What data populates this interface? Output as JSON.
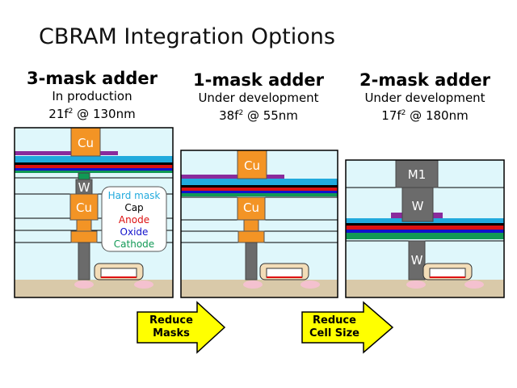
{
  "title": "CBRAM Integration Options",
  "options": [
    {
      "name": "3-mask adder",
      "status": "In production",
      "area_num": "21f",
      "area_sup": "2",
      "area_rest": " @ 130nm"
    },
    {
      "name": "1-mask adder",
      "status": "Under development",
      "area_num": "38f",
      "area_sup": "2",
      "area_rest": " @ 55nm"
    },
    {
      "name": "2-mask adder",
      "status": "Under development",
      "area_num": "17f",
      "area_sup": "2",
      "area_rest": " @ 180nm"
    }
  ],
  "labels": {
    "cu": "Cu",
    "w": "W",
    "m1": "M1"
  },
  "legend": [
    {
      "label": "Hard mask",
      "color": "#22aadd"
    },
    {
      "label": "Cap",
      "color": "#000000"
    },
    {
      "label": "Anode",
      "color": "#dd1111"
    },
    {
      "label": "Oxide",
      "color": "#1111cc"
    },
    {
      "label": "Cathode",
      "color": "#119955"
    }
  ],
  "arrows": [
    {
      "line1": "Reduce",
      "line2": "Masks"
    },
    {
      "line1": "Reduce",
      "line2": "Cell Size"
    }
  ]
}
